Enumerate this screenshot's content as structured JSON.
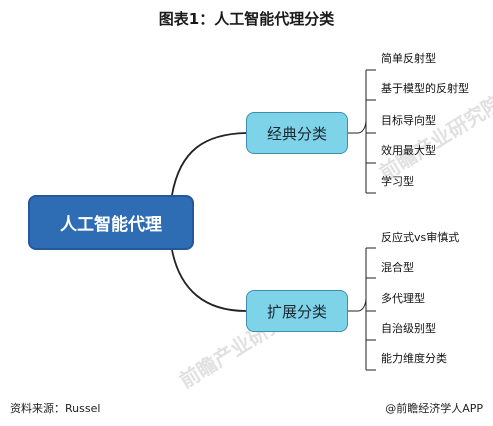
{
  "title": "图表1：人工智能代理分类",
  "root": {
    "label": "人工智能代理"
  },
  "branches": [
    {
      "label": "经典分类",
      "leaves": [
        "简单反射型",
        "基于模型的反射型",
        "目标导向型",
        "效用最大型",
        "学习型"
      ]
    },
    {
      "label": "扩展分类",
      "leaves": [
        "反应式vs审慎式",
        "混合型",
        "多代理型",
        "自治级别型",
        "能力维度分类"
      ]
    }
  ],
  "watermark": {
    "text": "前瞻产业研究院"
  },
  "footer": {
    "source": "资料来源：Russel",
    "brand": "@前瞻经济学人APP"
  },
  "colors": {
    "root_fill": "#2e6db4",
    "branch_fill": "#7fd3e8",
    "connector": "#222222"
  }
}
